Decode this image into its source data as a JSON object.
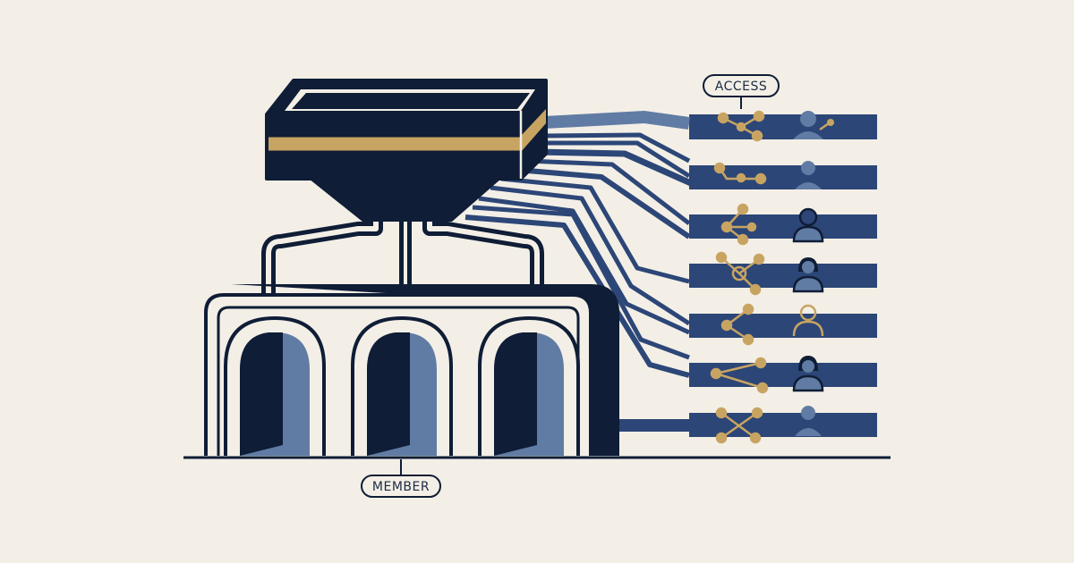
{
  "colors": {
    "background": "#f3efe6",
    "navy": "#0f1d36",
    "blue": "#2c4677",
    "slate": "#617ca4",
    "gold": "#c8a462",
    "cream": "#f3efe6"
  },
  "labels": {
    "access": "ACCESS",
    "member": "MEMBER"
  },
  "rows": [
    {
      "icon": "branch-node-icon",
      "person": "person-icon",
      "person_color": "slate",
      "node_color": "gold"
    },
    {
      "icon": "branch-node-icon",
      "person": "person-icon",
      "person_color": "slate",
      "node_color": "gold"
    },
    {
      "icon": "branch-node-icon",
      "person": "person-icon",
      "person_color": "navy-outline",
      "node_color": "gold"
    },
    {
      "icon": "branch-node-icon",
      "person": "person-icon",
      "person_color": "navy-outline",
      "node_color": "gold"
    },
    {
      "icon": "branch-node-icon",
      "person": "person-icon",
      "person_color": "gold-outline",
      "node_color": "gold"
    },
    {
      "icon": "branch-node-icon",
      "person": "person-icon",
      "person_color": "navy-outline",
      "node_color": "gold"
    },
    {
      "icon": "branch-node-icon",
      "person": "person-icon",
      "person_color": "slate",
      "node_color": "gold"
    }
  ]
}
